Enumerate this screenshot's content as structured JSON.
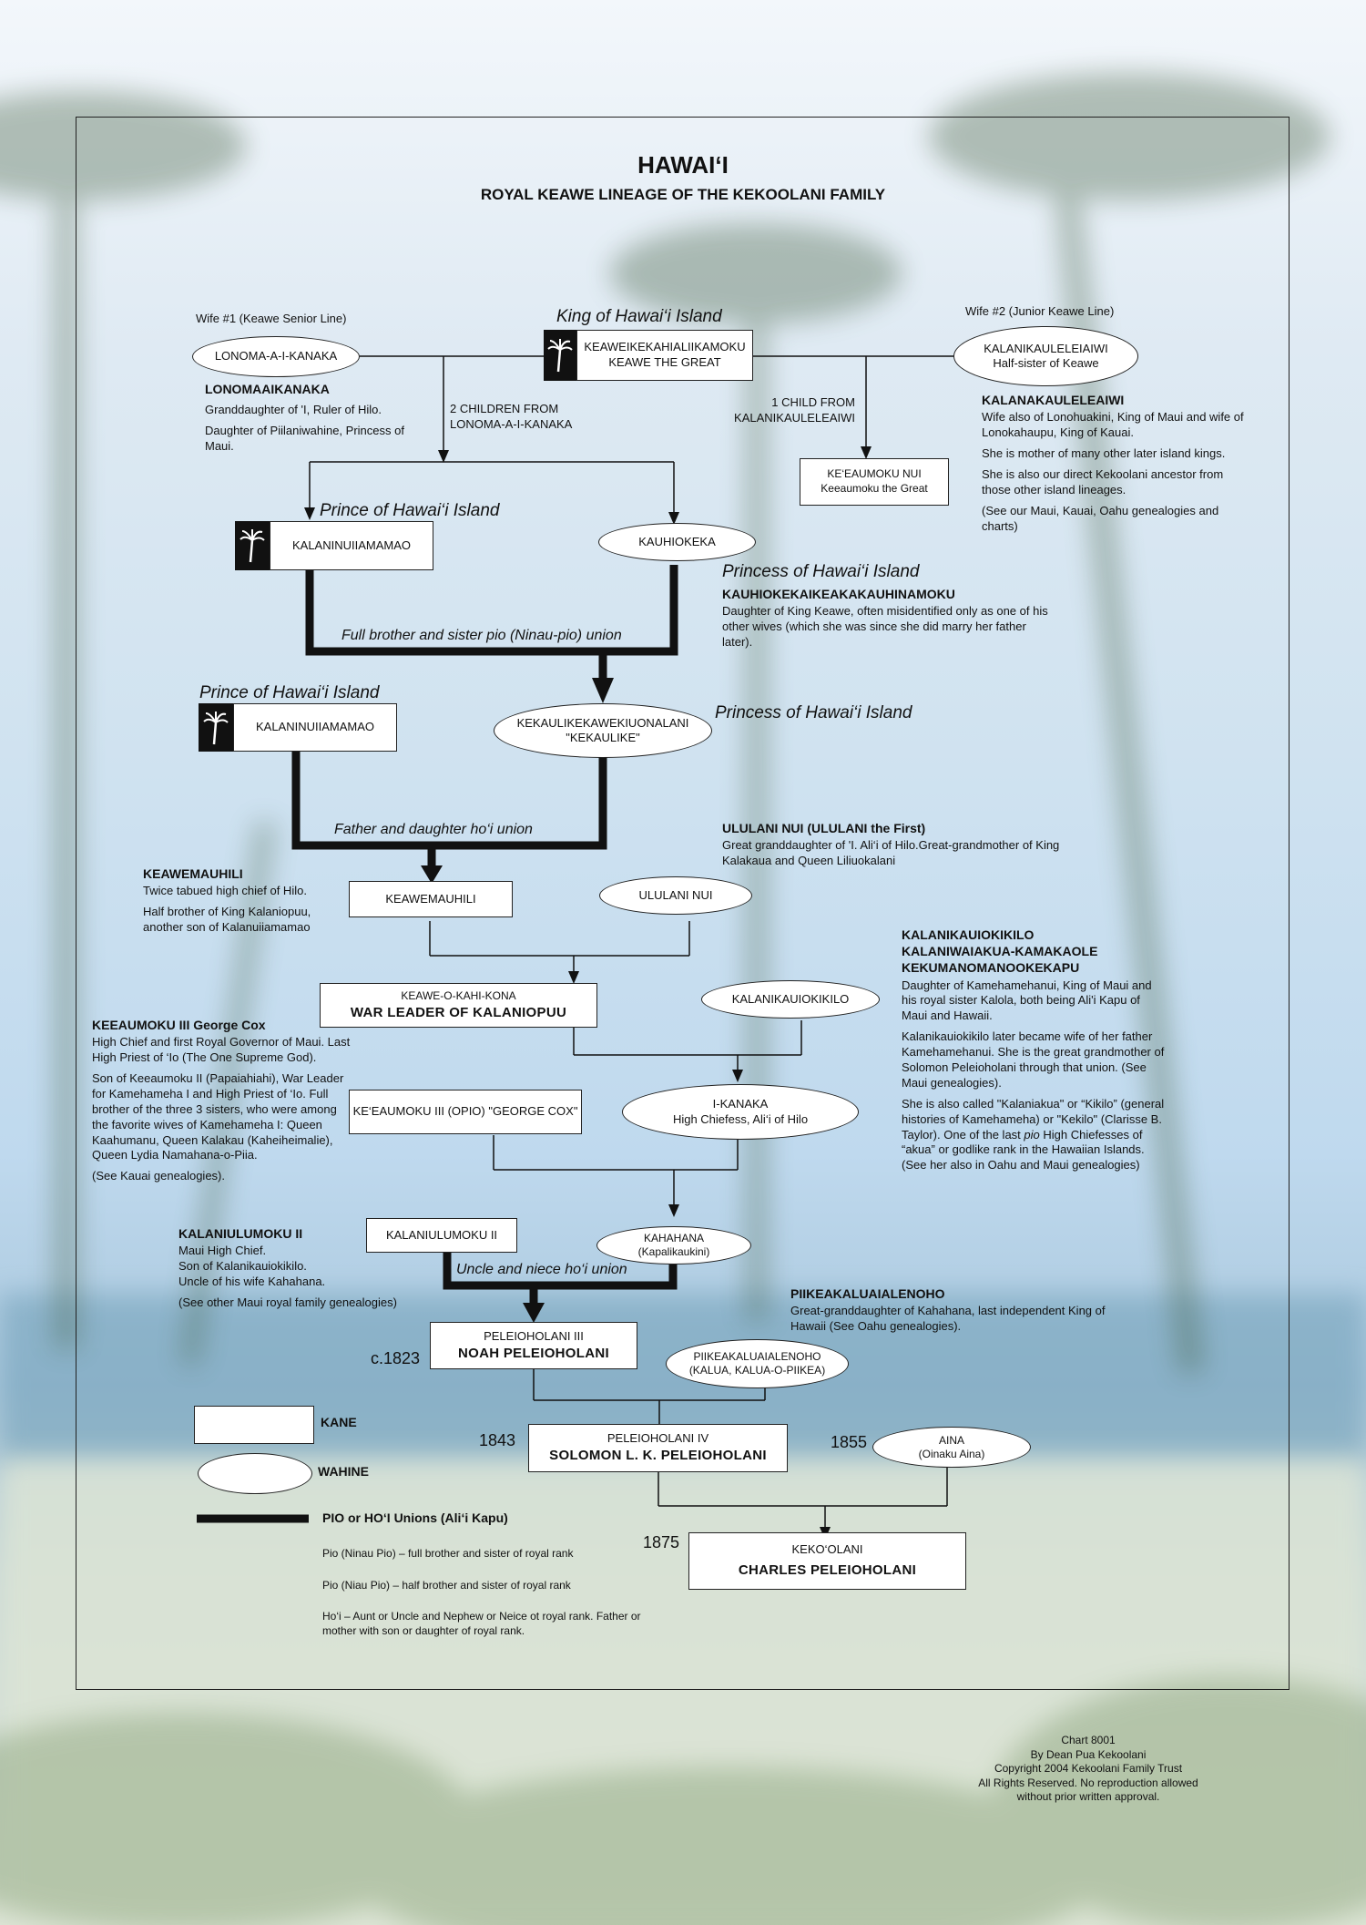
{
  "title": "HAWAI‘I",
  "subtitle": "ROYAL KEAWE LINEAGE OF THE KEKOOLANI FAMILY",
  "colors": {
    "line": "#111111",
    "background_sky": "#cfe2f0",
    "box_fill": "#ffffff"
  },
  "top": {
    "wife1_label": "Wife #1 (Keawe Senior Line)",
    "wife2_label": "Wife #2 (Junior Keawe Line)",
    "king_caption": "King of Hawai‘i Island",
    "king_line1": "KEAWEIKEKAHIALIIKAMOKU",
    "king_line2": "KEAWE THE GREAT",
    "lonoma": "LONOMA-A-I-KANAKA",
    "kalanikauleleiaiwi_line1": "KALANIKAULELEIAIWI",
    "kalanikauleleiaiwi_line2": "Half-sister of Keawe",
    "two_children": "2 CHILDREN FROM\nLONOMA-A-I-KANAKA",
    "one_child": "1 CHILD FROM\nKALANIKAULELEAIWI",
    "keeaumoku_line1": "KE‘EAUMOKU  NUI",
    "keeaumoku_line2": "Keeaumoku the Great"
  },
  "notes": {
    "lonomaaikanaka_head": "LONOMAAIKANAKA",
    "lonomaaikanaka_p1": "Granddaughter of 'I, Ruler of Hilo.",
    "lonomaaikanaka_p2": "Daughter of Piilaniwahine, Princess of Maui.",
    "kalanakauleleaiwi_head": "KALANAKAULELEAIWI",
    "kalanakauleleaiwi_p1": "Wife also of Lonohuakini, King of Maui and wife of Lonokahaupu, King of Kauai.",
    "kalanakauleleaiwi_p2": "She is mother of many other later island kings.",
    "kalanakauleleaiwi_p3": "She is also our direct Kekoolani ancestor from those other island lineages.",
    "kalanakauleleaiwi_p4": "(See our Maui, Kauai, Oahu genealogies and charts)",
    "kauhiokeka_caption": "Princess of Hawai‘i Island",
    "kauhiokeka_head": "KAUHIOKEKAIKEAKAKAUHINAMOKU",
    "kauhiokeka_p1": "Daughter of King Keawe, often misidentified only as one of his other wives (which she was since she did marry her father later).",
    "ululani_head": "ULULANI NUI (ULULANI the First)",
    "ululani_p1": "Great granddaughter of 'I. Ali‘i of Hilo.Great-grandmother of King Kalakaua and Queen Liliuokalani",
    "keawemauhili_head": "KEAWEMAUHILI",
    "keawemauhili_p1": "Twice tabued high chief of Hilo.",
    "keawemauhili_p2": "Half brother of King Kalaniopuu, another son of Kalanuiiamamao",
    "kalanikauiokikilo_head1": "KALANIKAUIOKIKILO",
    "kalanikauiokikilo_head2": "KALANIWAIAKUA-KAMAKAOLE",
    "kalanikauiokikilo_head3": "KEKUMANOMANOOKEKAPU",
    "kalanikauiokikilo_p1": "Daughter of Kamehamehanui, King of Maui and his royal sister Kalola, both being Ali'i Kapu of Maui and Hawaii.",
    "kalanikauiokikilo_p2": "Kalanikauiokikilo later became wife of her father Kamehamehanui. She is the great grandmother of Solomon Peleioholani through that union. (See Maui genealogies).",
    "kalanikauiokikilo_p3a": "She is also called \"Kalaniakua\" or “Kikilo” (general histories of Kamehameha) or \"Kekilo\" (Clarisse B. Taylor). One of the last ",
    "kalanikauiokikilo_p3b": "pio",
    "kalanikauiokikilo_p3c": " High Chiefesses of “akua” or godlike rank in the Hawaiian Islands. (See her also in Oahu and Maui genealogies)",
    "keeaumoku3_head": "KEEAUMOKU III George Cox",
    "keeaumoku3_p1": "High Chief and first Royal Governor of Maui. Last High Priest of ‘Io (The One Supreme God).",
    "keeaumoku3_p2": "Son of Keeaumoku II (Papaiahiahi), War Leader for Kamehameha I and High Priest of ‘Io. Full brother of the three 3 sisters, who were among the favorite wives of Kamehameha I: Queen Kaahumanu, Queen Kalakau (Kaheiheimalie), Queen Lydia Namahana-o-Piia.",
    "keeaumoku3_p3": "(See Kauai genealogies).",
    "kalaniulumoku_head": "KALANIULUMOKU II",
    "kalaniulumoku_p1": "Maui High Chief.\nSon of Kalanikauiokikilo.\nUncle of his wife Kahahana.",
    "kalaniulumoku_p2": "(See other Maui royal family genealogies)",
    "piikea_head": "PIIKEAKALUAIALENOHO",
    "piikea_p1": "Great-granddaughter of Kahahana, last independent King of Hawaii (See Oahu genealogies)."
  },
  "persons": {
    "prince1_caption": "Prince of Hawai‘i Island",
    "prince1": "KALANINUIIAMAMAO",
    "kauhiokeka": "KAUHIOKEKA",
    "union1": "Full brother and sister pio (Ninau-pio) union",
    "prince2_caption": "Prince of Hawai‘i Island",
    "prince2": "KALANINUIIAMAMAO",
    "kekaulike_line1": "KEKAULIKEKAWEKIUONALANI",
    "kekaulike_line2": "\"KEKAULIKE\"",
    "kekaulike_caption": "Princess of Hawai‘i Island",
    "union2": "Father and daughter ho‘i union",
    "keawemauhili": "KEAWEMAUHILI",
    "ululani": "ULULANI NUI",
    "keawe_o_kahi_line1": "KEAWE-O-KAHI-KONA",
    "keawe_o_kahi_line2": "WAR LEADER OF KALANIOPUU",
    "kalanikauiokikilo": "KALANIKAUIOKIKILO",
    "keeaumoku3": "KE‘EAUMOKU III (OPIO) \"GEORGE COX\"",
    "ikanaka_line1": "I-KANAKA",
    "ikanaka_line2": "High Chiefess, Ali‘i of Hilo",
    "kalaniulumoku": "KALANIULUMOKU II",
    "kahahana_line1": "KAHAHANA",
    "kahahana_line2": "(Kapalikaukini)",
    "union3": "Uncle and niece ho‘i union",
    "noah_year": "c.1823",
    "noah_line1": "PELEIOHOLANI III",
    "noah_line2": "NOAH PELEIOHOLANI",
    "piikea_line1": "PIIKEAKALUAIALENOHO",
    "piikea_line2": "(KALUA, KALUA-O-PIIKEA)",
    "solomon_year": "1843",
    "solomon_line1": "PELEIOHOLANI IV",
    "solomon_line2": "SOLOMON L. K. PELEIOHOLANI",
    "aina_year": "1855",
    "aina_line1": "AINA",
    "aina_line2": "(Oinaku Aina)",
    "charles_year": "1875",
    "charles_line1": "KEKO‘OLANI",
    "charles_line2": "CHARLES PELEIOHOLANI"
  },
  "legend": {
    "kane": "KANE",
    "wahine": "WAHINE",
    "pio_title": "PIO or HO‘I Unions (Ali‘i Kapu)",
    "pio1": "Pio (Ninau Pio) – full brother and sister of royal rank",
    "pio2": "Pio (Niau Pio) – half brother and sister of royal rank",
    "hoi": "Ho‘i – Aunt or Uncle and Nephew or Neice ot royal rank. Father or mother with son or daughter of royal rank."
  },
  "footer": {
    "l1": "Chart 8001",
    "l2": "By Dean Pua Kekoolani",
    "l3": "Copyright 2004 Kekoolani Family Trust",
    "l4": "All Rights Reserved. No reproduction allowed",
    "l5": "without prior written  approval."
  },
  "icons": {
    "palm": "palm-tree-icon"
  }
}
